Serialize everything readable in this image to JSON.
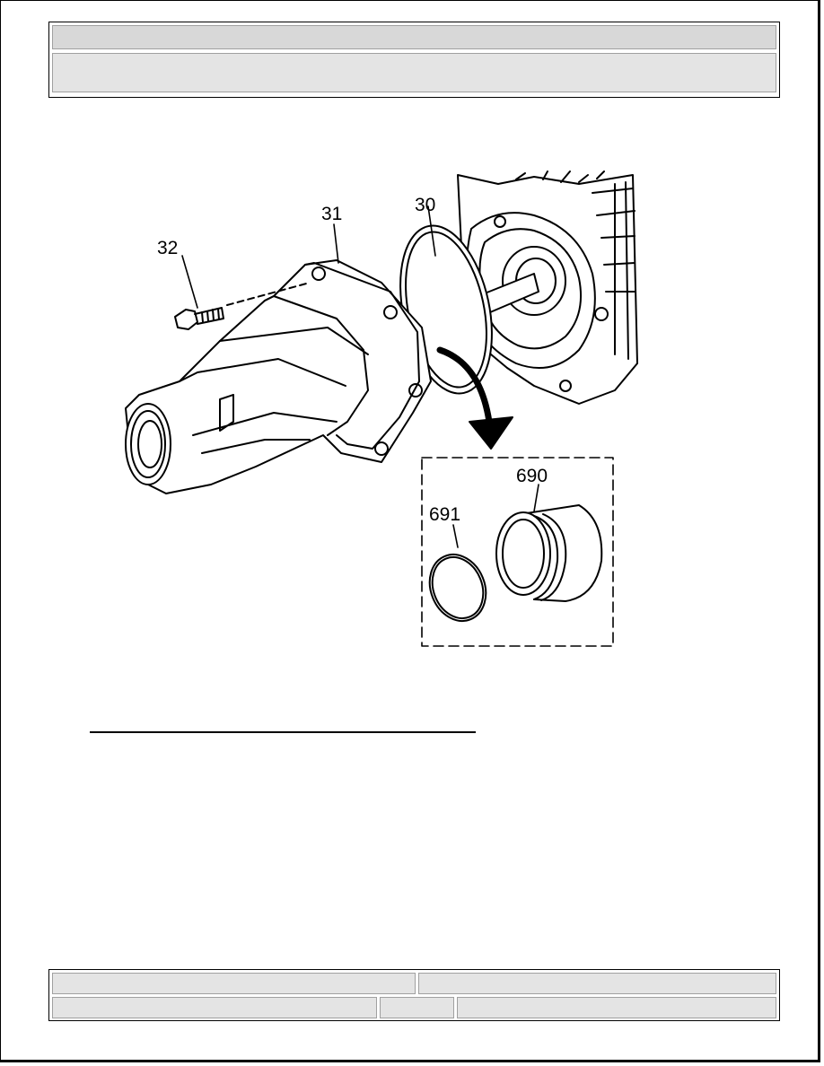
{
  "header": {
    "title": "",
    "subtitle": ""
  },
  "figure": {
    "callouts": {
      "bolt": "32",
      "extension_housing": "31",
      "gasket": "30",
      "seal_ring": "691",
      "bushing": "690"
    }
  },
  "footer": {
    "cell_1": "",
    "cell_2": "",
    "cell_3": "",
    "cell_4": "",
    "cell_5": ""
  },
  "colors": {
    "line": "#000000",
    "panel": "#e4e4e4",
    "background": "#ffffff"
  }
}
